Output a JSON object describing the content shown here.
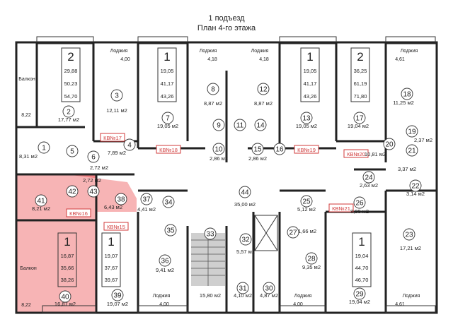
{
  "header": {
    "title": "1 подъезд",
    "subtitle": "План 4-го этажа"
  },
  "colors": {
    "highlight": "#e8292a",
    "label_red": "#d03a3a",
    "walls": "#222222"
  },
  "rooms": [
    {
      "id": "r1",
      "num": "1",
      "area": "8,31 м2"
    },
    {
      "id": "r2",
      "num": "2",
      "area": "17,77 м2"
    },
    {
      "id": "r3",
      "num": "3",
      "area": "12,11 м2"
    },
    {
      "id": "r4",
      "num": "4",
      "area": "7,89 м2"
    },
    {
      "id": "r5",
      "num": "5",
      "area": ""
    },
    {
      "id": "r6",
      "num": "6",
      "area": "2,72 м2"
    },
    {
      "id": "r7",
      "num": "7",
      "area": "19,05 м2"
    },
    {
      "id": "r8",
      "num": "8",
      "area": "8,87 м2"
    },
    {
      "id": "r9",
      "num": "9",
      "area": ""
    },
    {
      "id": "r10",
      "num": "10",
      "area": "2,86 м2"
    },
    {
      "id": "r11",
      "num": "11",
      "area": ""
    },
    {
      "id": "r12",
      "num": "12",
      "area": "8,87 м2"
    },
    {
      "id": "r13",
      "num": "13",
      "area": "19,05 м2"
    },
    {
      "id": "r14",
      "num": "14",
      "area": ""
    },
    {
      "id": "r15",
      "num": "15",
      "area": "2,86 м2"
    },
    {
      "id": "r16",
      "num": "16",
      "area": ""
    },
    {
      "id": "r17",
      "num": "17",
      "area": "19,04 м2"
    },
    {
      "id": "r18",
      "num": "18",
      "area": "11,25 м2"
    },
    {
      "id": "r19",
      "num": "19",
      "area": "2,37 м2"
    },
    {
      "id": "r20",
      "num": "20",
      "area": "10,81 м2"
    },
    {
      "id": "r21",
      "num": "21",
      "area": "3,37 м2"
    },
    {
      "id": "r22",
      "num": "22",
      "area": "3,14 м2"
    },
    {
      "id": "r23",
      "num": "23",
      "area": "17,21 м2"
    },
    {
      "id": "r24",
      "num": "24",
      "area": "2,63 м2"
    },
    {
      "id": "r25",
      "num": "25",
      "area": "5,12 м2"
    },
    {
      "id": "r26",
      "num": "26",
      "area": "8,90 м2"
    },
    {
      "id": "r27",
      "num": "27",
      "area": "1,66 м2"
    },
    {
      "id": "r28",
      "num": "28",
      "area": "9,35 м2"
    },
    {
      "id": "r29",
      "num": "29",
      "area": "19,04 м2"
    },
    {
      "id": "r30",
      "num": "30",
      "area": "4,87 м2"
    },
    {
      "id": "r31",
      "num": "31",
      "area": "4,10 м2"
    },
    {
      "id": "r32",
      "num": "32",
      "area": "5,57 м2"
    },
    {
      "id": "r33",
      "num": "33",
      "area": "15,80 м2"
    },
    {
      "id": "r34",
      "num": "34",
      "area": ""
    },
    {
      "id": "r35",
      "num": "35",
      "area": ""
    },
    {
      "id": "r36",
      "num": "36",
      "area": "9,41 м2"
    },
    {
      "id": "r37",
      "num": "37",
      "area": "4,41 м2"
    },
    {
      "id": "r38",
      "num": "38",
      "area": ""
    },
    {
      "id": "r39",
      "num": "39",
      "area": "19,07 м2"
    },
    {
      "id": "r40",
      "num": "40",
      "area": "16,87 м2"
    },
    {
      "id": "r41",
      "num": "41",
      "area": "8,21 м2"
    },
    {
      "id": "r42",
      "num": "42",
      "area": "2,72 м2"
    },
    {
      "id": "r43",
      "num": "43",
      "area": "6,43 м2"
    },
    {
      "id": "r44",
      "num": "44",
      "area": "35,00 м2"
    }
  ],
  "apartments": [
    {
      "id": "apt-top-1",
      "rooms": "2",
      "values": [
        "29,88",
        "50,23",
        "54,70"
      ]
    },
    {
      "id": "apt-top-2",
      "rooms": "1",
      "values": [
        "19,05",
        "41,17",
        "43,26"
      ]
    },
    {
      "id": "apt-top-3",
      "rooms": "1",
      "values": [
        "19,05",
        "41,17",
        "43,26"
      ]
    },
    {
      "id": "apt-top-4",
      "rooms": "2",
      "values": [
        "36,25",
        "61,19",
        "71,80"
      ]
    },
    {
      "id": "apt-bottom-1",
      "rooms": "1",
      "values": [
        "16,87",
        "35,66",
        "38,26"
      ]
    },
    {
      "id": "apt-bottom-2",
      "rooms": "1",
      "values": [
        "19,07",
        "37,67",
        "39,67"
      ]
    },
    {
      "id": "apt-bottom-3",
      "rooms": "1",
      "values": [
        "19,04",
        "44,70",
        "46,70"
      ]
    }
  ],
  "apartment_labels": [
    "КВ№17",
    "КВ№18",
    "КВ№19",
    "КВ№20",
    "КВ№16",
    "КВ№15",
    "КВ№21"
  ],
  "loggias": [
    {
      "label": "Лоджия",
      "value": "4,00"
    },
    {
      "label": "Лоджия",
      "value": "4,18"
    },
    {
      "label": "Лоджия",
      "value": "4,18"
    },
    {
      "label": "Лоджия",
      "value": "4,61"
    },
    {
      "label": "Лоджия",
      "value": "4,00"
    },
    {
      "label": "Лоджия",
      "value": "4,00"
    },
    {
      "label": "Лоджия",
      "value": "4,61"
    }
  ],
  "balconies": [
    {
      "label": "Балкон",
      "value": "8,22"
    },
    {
      "label": "Балкон",
      "value": "8,22"
    }
  ]
}
